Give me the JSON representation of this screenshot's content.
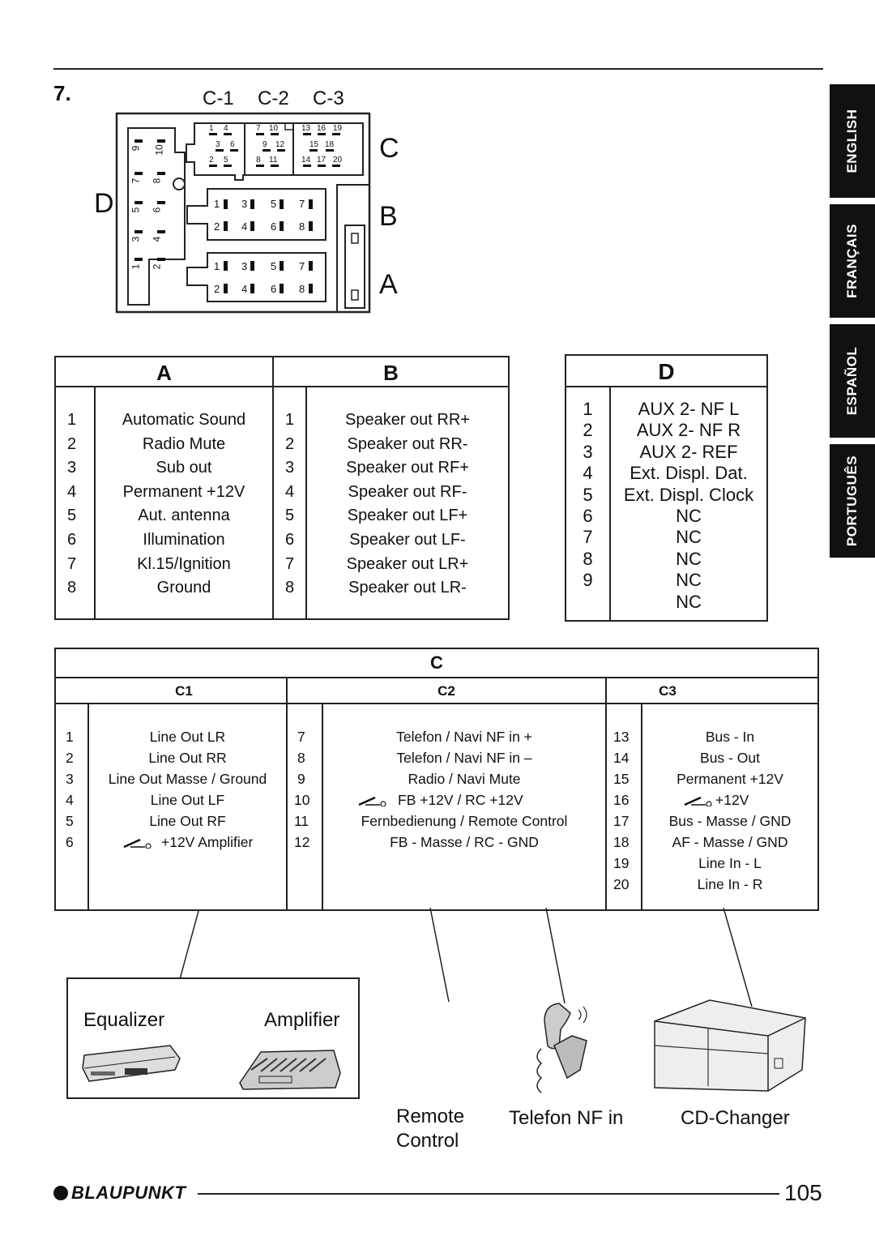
{
  "section_number": "7.",
  "diagram": {
    "connector_labels": [
      "C-1",
      "C-2",
      "C-3"
    ],
    "block_letters": {
      "c": "C",
      "b": "B",
      "a": "A",
      "d": "D"
    },
    "c_pins_top": [
      "1",
      "4",
      "7",
      "10",
      "13",
      "16",
      "19"
    ],
    "c_pins_mid": [
      "3",
      "6",
      "9",
      "12",
      "15",
      "18"
    ],
    "c_pins_bot": [
      "2",
      "5",
      "8",
      "11",
      "14",
      "17",
      "20"
    ],
    "ab_pins_top": [
      "1",
      "3",
      "5",
      "7"
    ],
    "ab_pins_bot": [
      "2",
      "4",
      "6",
      "8"
    ],
    "d_pins_left": [
      "9",
      "7",
      "5",
      "3",
      "1"
    ],
    "d_pins_right": [
      "10",
      "8",
      "6",
      "4",
      "2"
    ]
  },
  "languages": [
    "ENGLISH",
    "FRANÇAIS",
    "ESPAÑOL",
    "PORTUGUÊS"
  ],
  "table_ab": {
    "header_a": "A",
    "header_b": "B",
    "a_rows": [
      {
        "n": "1",
        "t": "Automatic Sound"
      },
      {
        "n": "2",
        "t": "Radio Mute"
      },
      {
        "n": "3",
        "t": "Sub out"
      },
      {
        "n": "4",
        "t": "Permanent +12V"
      },
      {
        "n": "5",
        "t": "Aut. antenna"
      },
      {
        "n": "6",
        "t": "Illumination"
      },
      {
        "n": "7",
        "t": "Kl.15/Ignition"
      },
      {
        "n": "8",
        "t": "Ground"
      }
    ],
    "b_rows": [
      {
        "n": "1",
        "t": "Speaker out RR+"
      },
      {
        "n": "2",
        "t": "Speaker out RR-"
      },
      {
        "n": "3",
        "t": "Speaker out RF+"
      },
      {
        "n": "4",
        "t": "Speaker out RF-"
      },
      {
        "n": "5",
        "t": "Speaker out LF+"
      },
      {
        "n": "6",
        "t": "Speaker out LF-"
      },
      {
        "n": "7",
        "t": "Speaker out LR+"
      },
      {
        "n": "8",
        "t": "Speaker out LR-"
      }
    ]
  },
  "table_d": {
    "header": "D",
    "numbers": [
      "1",
      "2",
      "3",
      "4",
      "5",
      "6",
      "7",
      "8",
      "9"
    ],
    "texts": [
      "AUX 2- NF L",
      "AUX 2- NF R",
      "AUX 2- REF",
      "Ext. Displ. Dat.",
      "Ext. Displ. Clock",
      "NC",
      "NC",
      "NC",
      "NC",
      "NC"
    ]
  },
  "table_c": {
    "header": "C",
    "sub_headers": [
      "C1",
      "C2",
      "C3"
    ],
    "c1_rows": [
      {
        "n": "1",
        "t": "Line Out LR"
      },
      {
        "n": "2",
        "t": "Line Out RR"
      },
      {
        "n": "3",
        "t": "Line Out Masse / Ground"
      },
      {
        "n": "4",
        "t": "Line Out LF"
      },
      {
        "n": "5",
        "t": "Line Out RF"
      },
      {
        "n": "6",
        "t": "+12V Amplifier"
      }
    ],
    "c2_rows": [
      {
        "n": "7",
        "t": "Telefon / Navi NF  in +"
      },
      {
        "n": "8",
        "t": "Telefon / Navi NF  in –"
      },
      {
        "n": "9",
        "t": "Radio / Navi Mute"
      },
      {
        "n": "10",
        "t": "FB +12V  / RC +12V"
      },
      {
        "n": "11",
        "t": "Fernbedienung / Remote Control"
      },
      {
        "n": "12",
        "t": "FB - Masse / RC - GND"
      }
    ],
    "c3_rows": [
      {
        "n": "13",
        "t": "Bus - In"
      },
      {
        "n": "14",
        "t": "Bus - Out"
      },
      {
        "n": "15",
        "t": "Permanent +12V"
      },
      {
        "n": "16",
        "t": "+12V"
      },
      {
        "n": "17",
        "t": "Bus - Masse / GND"
      },
      {
        "n": "18",
        "t": "AF  - Masse / GND"
      },
      {
        "n": "19",
        "t": "Line In - L"
      },
      {
        "n": "20",
        "t": "Line In - R"
      }
    ]
  },
  "devices": {
    "equalizer": "Equalizer",
    "amplifier": "Amplifier",
    "remote_line1": "Remote",
    "remote_line2": "Control",
    "telefon": "Telefon NF in",
    "cd_changer": "CD-Changer"
  },
  "footer": {
    "brand": "BLAUPUNKT",
    "page_number": "105"
  }
}
